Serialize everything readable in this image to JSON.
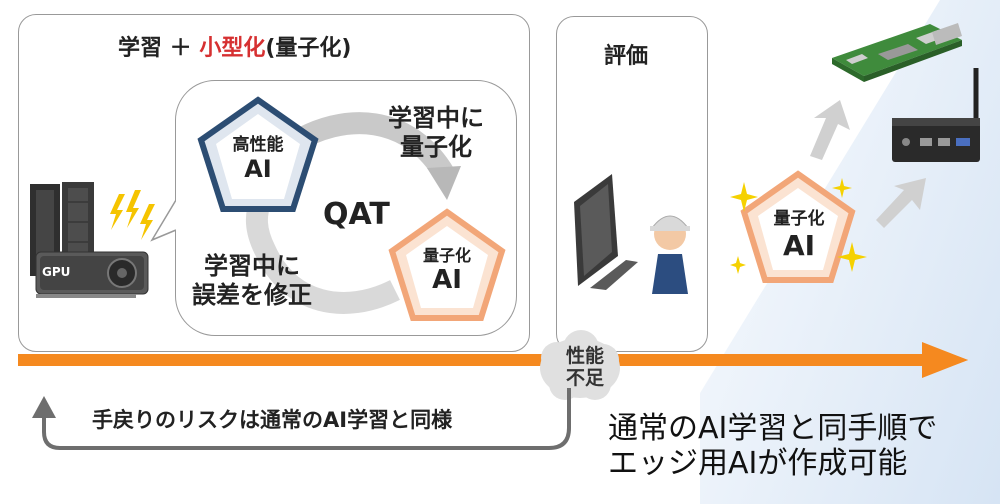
{
  "training": {
    "title_prefix": "学習 ＋ ",
    "title_highlight": "小型化",
    "title_suffix": "(量子化)",
    "gpu_label": "GPU"
  },
  "loop": {
    "center": "QAT",
    "top_line1": "学習中に",
    "top_line2": "量子化",
    "bottom_line1": "学習中に",
    "bottom_line2": "誤差を修正",
    "high_perf_line1": "高性能",
    "high_perf_line2": "AI",
    "quantized_line1": "量子化",
    "quantized_line2": "AI"
  },
  "evaluation": {
    "title": "評価"
  },
  "deploy": {
    "line1": "量子化",
    "line2": "AI"
  },
  "cloud": {
    "line1": "性能",
    "line2": "不足"
  },
  "rework": {
    "text": "手戻りのリスクは通常のAI学習と同様"
  },
  "summary": {
    "line1": "通常のAI学習と同手順で",
    "line2": "エッジ用AIが作成可能"
  },
  "colors": {
    "timeline": "#f5891f",
    "accent_red": "#d63031",
    "pent_blue": "#2c4d73",
    "pent_orange": "#f2a678",
    "sparkle": "#f5d100"
  }
}
